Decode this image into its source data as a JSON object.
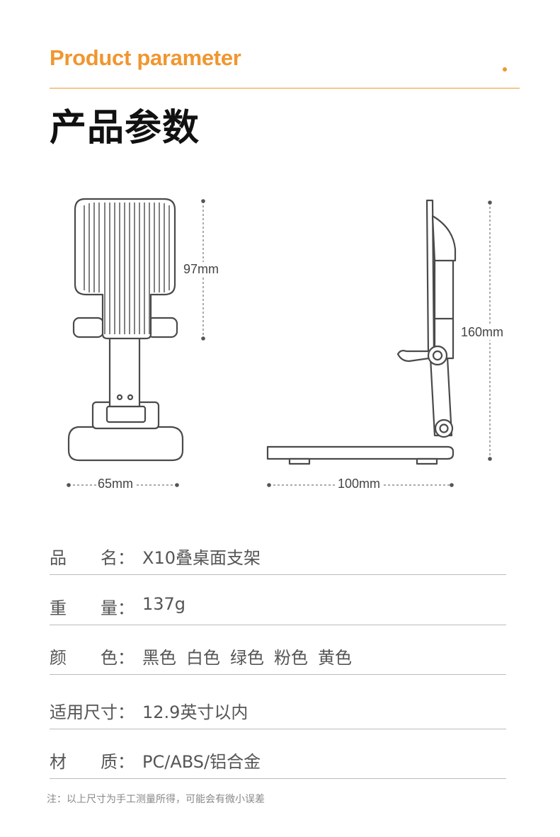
{
  "header": {
    "en_title": "Product parameter",
    "cn_title": "产品参数"
  },
  "dimensions": {
    "height_phone": "97mm",
    "height_total": "160mm",
    "width": "65mm",
    "depth": "100mm"
  },
  "specs": {
    "name": {
      "label": "品　　名：",
      "value": "X10叠桌面支架"
    },
    "weight": {
      "label": "重　　量：",
      "value": "137g"
    },
    "color": {
      "label": "颜　　色：",
      "values": [
        "黑色",
        "白色",
        "绿色",
        "粉色",
        "黄色"
      ]
    },
    "size": {
      "label": "适用尺寸：",
      "value": "12.9英寸以内"
    },
    "material": {
      "label": "材　　质：",
      "value": "PC/ABS/铝合金"
    }
  },
  "note": "注：以上尺寸为手工测量所得，可能会有微小误差",
  "colors": {
    "accent": "#f0962f",
    "stroke": "#4a4a4a"
  }
}
